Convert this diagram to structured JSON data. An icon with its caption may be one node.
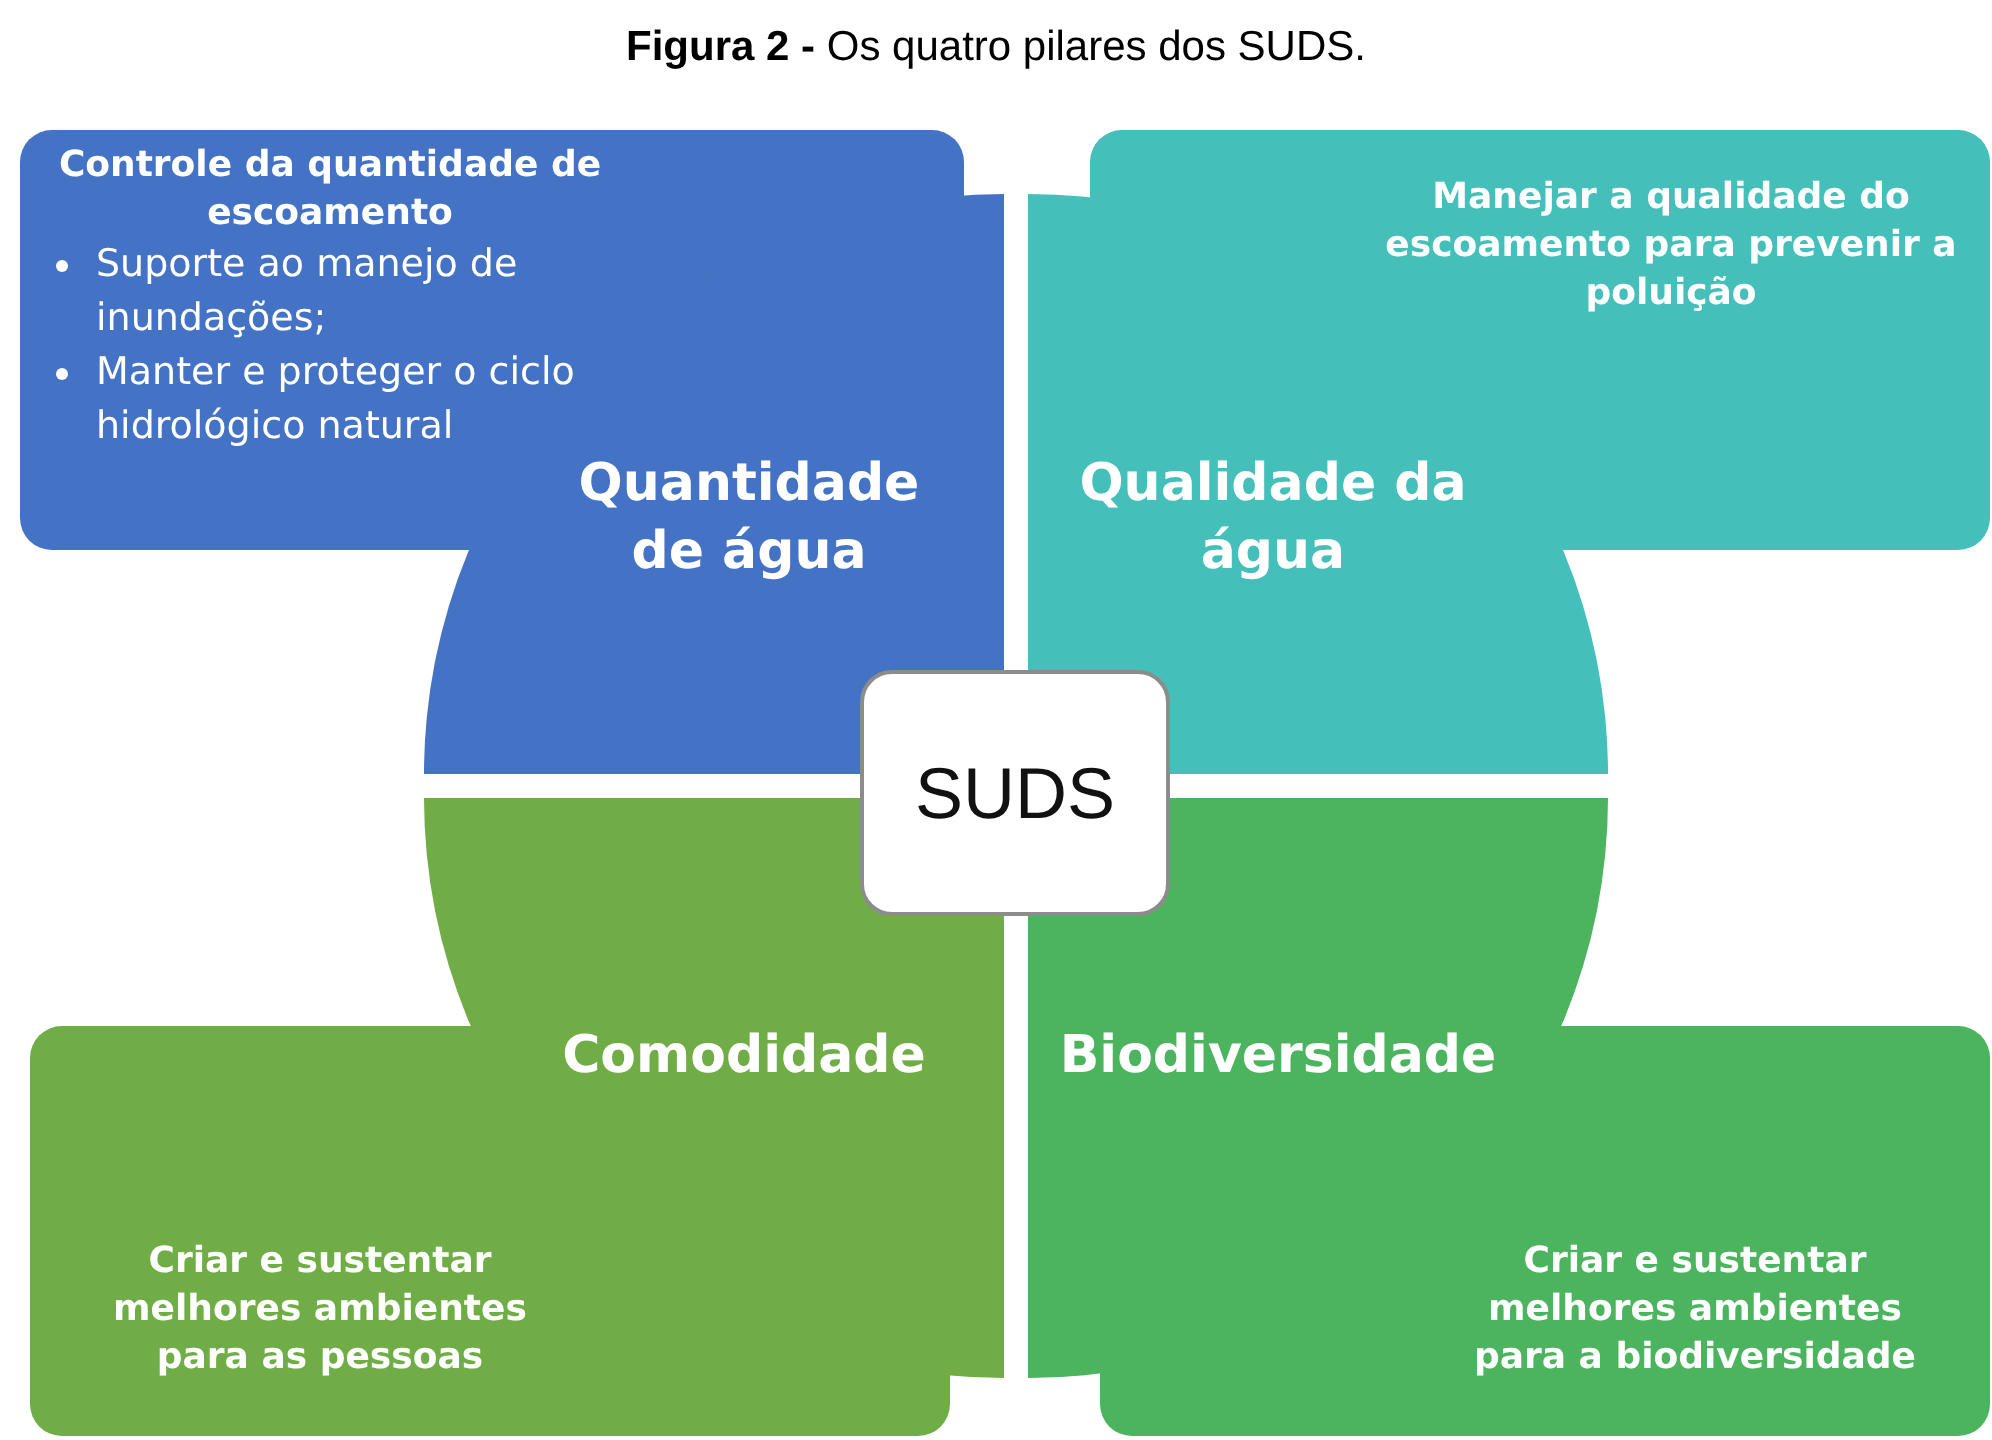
{
  "diagram": {
    "title": "**Figura 2 -** Os quatro pilares dos SUDS.",
    "nodes": [
      {
        "text": [
          "Controle da quantidade de escoamento",
          "Suporte ao manejo de inundações;",
          "Manter e proteger o ciclo hidrológico natural"
        ]
      },
      {
        "text": [
          "Quantidade de água"
        ]
      },
      {
        "text": [
          "Manejar a qualidade do escoamento para prevenir a poluição"
        ]
      },
      {
        "text": [
          "Qualidade da água"
        ]
      },
      {
        "text": [
          "SUDS"
        ]
      },
      {
        "text": [
          "Comodidade"
        ]
      },
      {
        "text": [
          "Biodiversidade"
        ]
      },
      {
        "text": [
          "Criar e sustentar melhores ambientes para as pessoas"
        ]
      },
      {
        "text": [
          "Criar e sustentar melhores ambientes para a biodiversidade"
        ]
      }
    ],
    "edges": []
  }
}
